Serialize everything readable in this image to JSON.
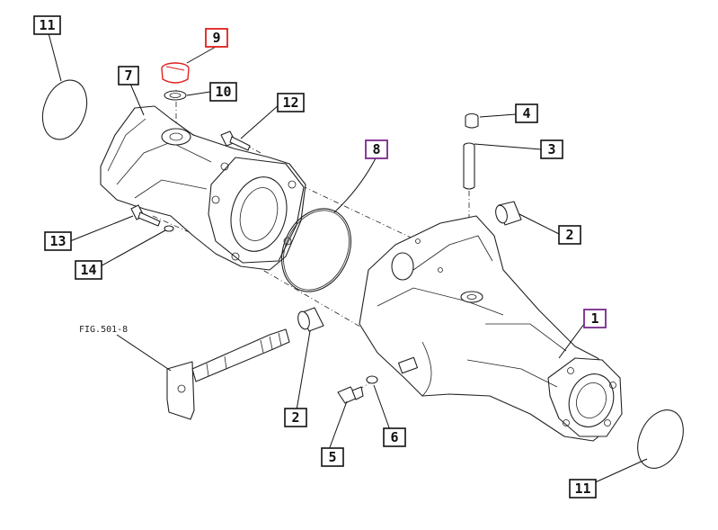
{
  "figure_reference": "FIG.501-8",
  "highlight_colors": {
    "red": "#e02020",
    "purple": "#7a2a8a",
    "default": "#111111"
  },
  "callouts": [
    {
      "id": "c11a",
      "label": "11",
      "highlight": "default"
    },
    {
      "id": "c9",
      "label": "9",
      "highlight": "red"
    },
    {
      "id": "c7",
      "label": "7",
      "highlight": "default"
    },
    {
      "id": "c10",
      "label": "10",
      "highlight": "default"
    },
    {
      "id": "c12",
      "label": "12",
      "highlight": "default"
    },
    {
      "id": "c8",
      "label": "8",
      "highlight": "purple"
    },
    {
      "id": "c4",
      "label": "4",
      "highlight": "default"
    },
    {
      "id": "c3",
      "label": "3",
      "highlight": "default"
    },
    {
      "id": "c2a",
      "label": "2",
      "highlight": "default"
    },
    {
      "id": "c13",
      "label": "13",
      "highlight": "default"
    },
    {
      "id": "c14",
      "label": "14",
      "highlight": "default"
    },
    {
      "id": "c1",
      "label": "1",
      "highlight": "purple"
    },
    {
      "id": "c2b",
      "label": "2",
      "highlight": "default"
    },
    {
      "id": "c6",
      "label": "6",
      "highlight": "default"
    },
    {
      "id": "c5",
      "label": "5",
      "highlight": "default"
    },
    {
      "id": "c11b",
      "label": "11",
      "highlight": "default"
    }
  ]
}
